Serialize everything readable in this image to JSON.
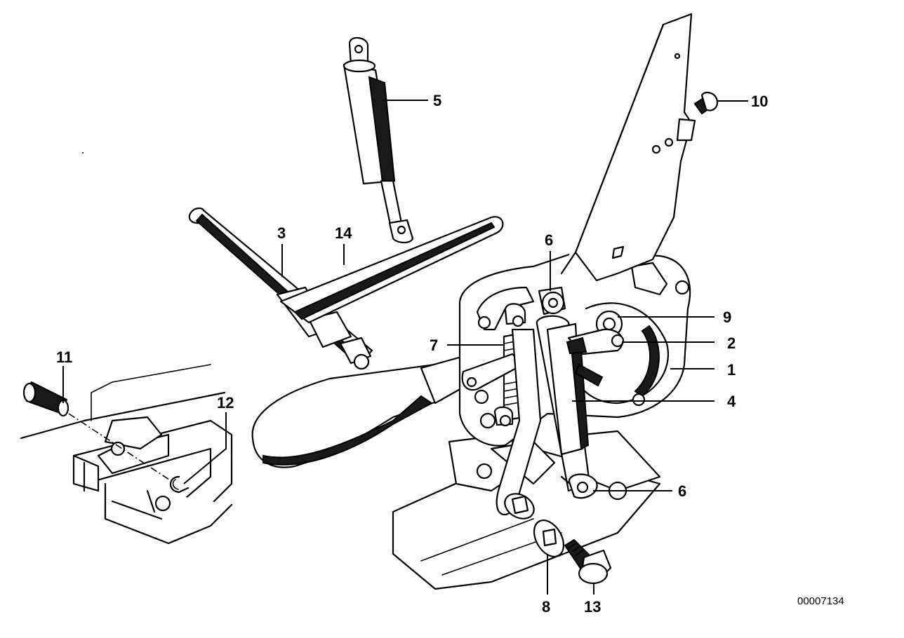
{
  "diagram": {
    "callouts": [
      {
        "id": "1",
        "label": "1"
      },
      {
        "id": "2",
        "label": "2"
      },
      {
        "id": "3",
        "label": "3"
      },
      {
        "id": "4",
        "label": "4"
      },
      {
        "id": "5",
        "label": "5"
      },
      {
        "id": "6a",
        "label": "6"
      },
      {
        "id": "6b",
        "label": "6"
      },
      {
        "id": "7",
        "label": "7"
      },
      {
        "id": "8",
        "label": "8"
      },
      {
        "id": "9",
        "label": "9"
      },
      {
        "id": "10",
        "label": "10"
      },
      {
        "id": "11",
        "label": "11"
      },
      {
        "id": "12",
        "label": "12"
      },
      {
        "id": "13",
        "label": "13"
      },
      {
        "id": "14",
        "label": "14"
      }
    ],
    "document_number": "00007134"
  }
}
